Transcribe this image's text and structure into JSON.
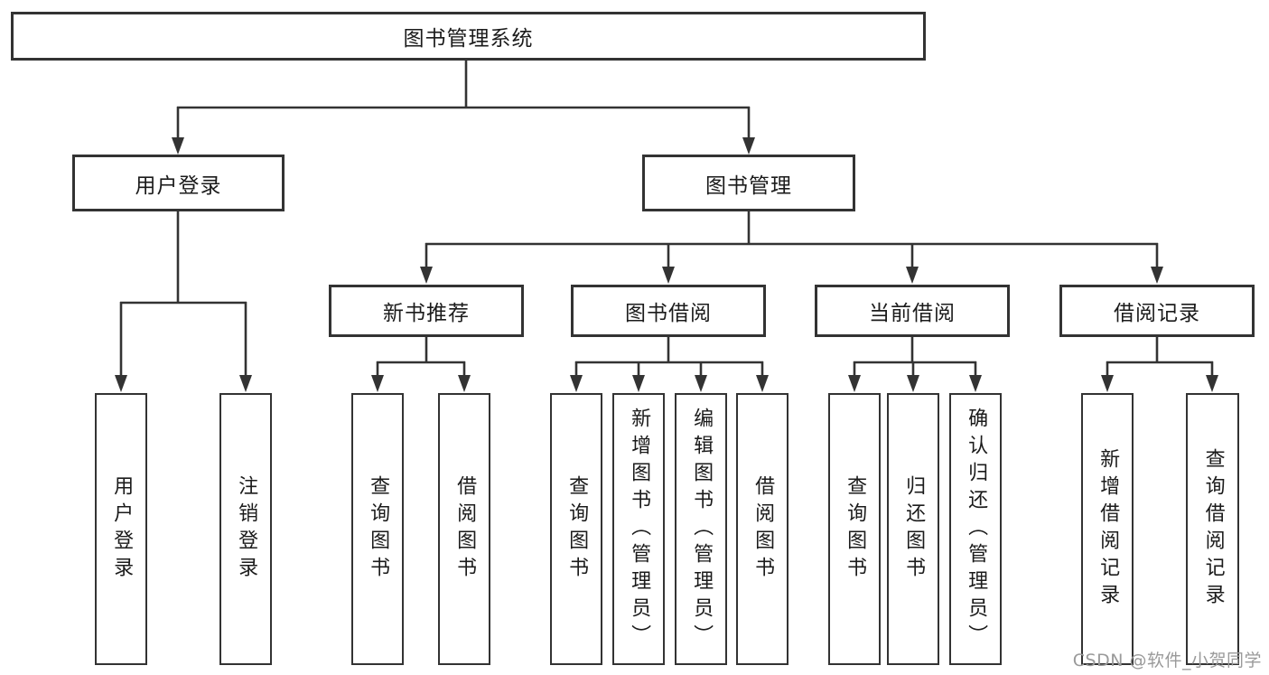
{
  "diagram": {
    "root": {
      "label": "图书管理系统"
    },
    "level2": [
      {
        "label": "用户登录"
      },
      {
        "label": "图书管理"
      }
    ],
    "level3": [
      {
        "label": "新书推荐",
        "parent": "图书管理"
      },
      {
        "label": "图书借阅",
        "parent": "图书管理"
      },
      {
        "label": "当前借阅",
        "parent": "图书管理"
      },
      {
        "label": "借阅记录",
        "parent": "图书管理"
      }
    ],
    "leaves": [
      {
        "label": "用户登录",
        "parent": "用户登录"
      },
      {
        "label": "注销登录",
        "parent": "用户登录"
      },
      {
        "label": "查询图书",
        "parent": "新书推荐"
      },
      {
        "label": "借阅图书",
        "parent": "新书推荐"
      },
      {
        "label": "查询图书",
        "parent": "图书借阅"
      },
      {
        "label": "新增图书（管理员）",
        "parent": "图书借阅"
      },
      {
        "label": "编辑图书（管理员）",
        "parent": "图书借阅"
      },
      {
        "label": "借阅图书",
        "parent": "图书借阅"
      },
      {
        "label": "查询图书",
        "parent": "当前借阅"
      },
      {
        "label": "归还图书",
        "parent": "当前借阅"
      },
      {
        "label": "确认归还（管理员）",
        "parent": "当前借阅"
      },
      {
        "label": "新增借阅记录",
        "parent": "借阅记录"
      },
      {
        "label": "查询借阅记录",
        "parent": "借阅记录"
      }
    ]
  },
  "watermark": {
    "text": "CSDN @软件_小贺同学"
  },
  "colors": {
    "line": "#333333",
    "box_border": "#333333",
    "text": "#1b1b1b",
    "background": "#ffffff",
    "watermark": "#9a9a9a"
  }
}
